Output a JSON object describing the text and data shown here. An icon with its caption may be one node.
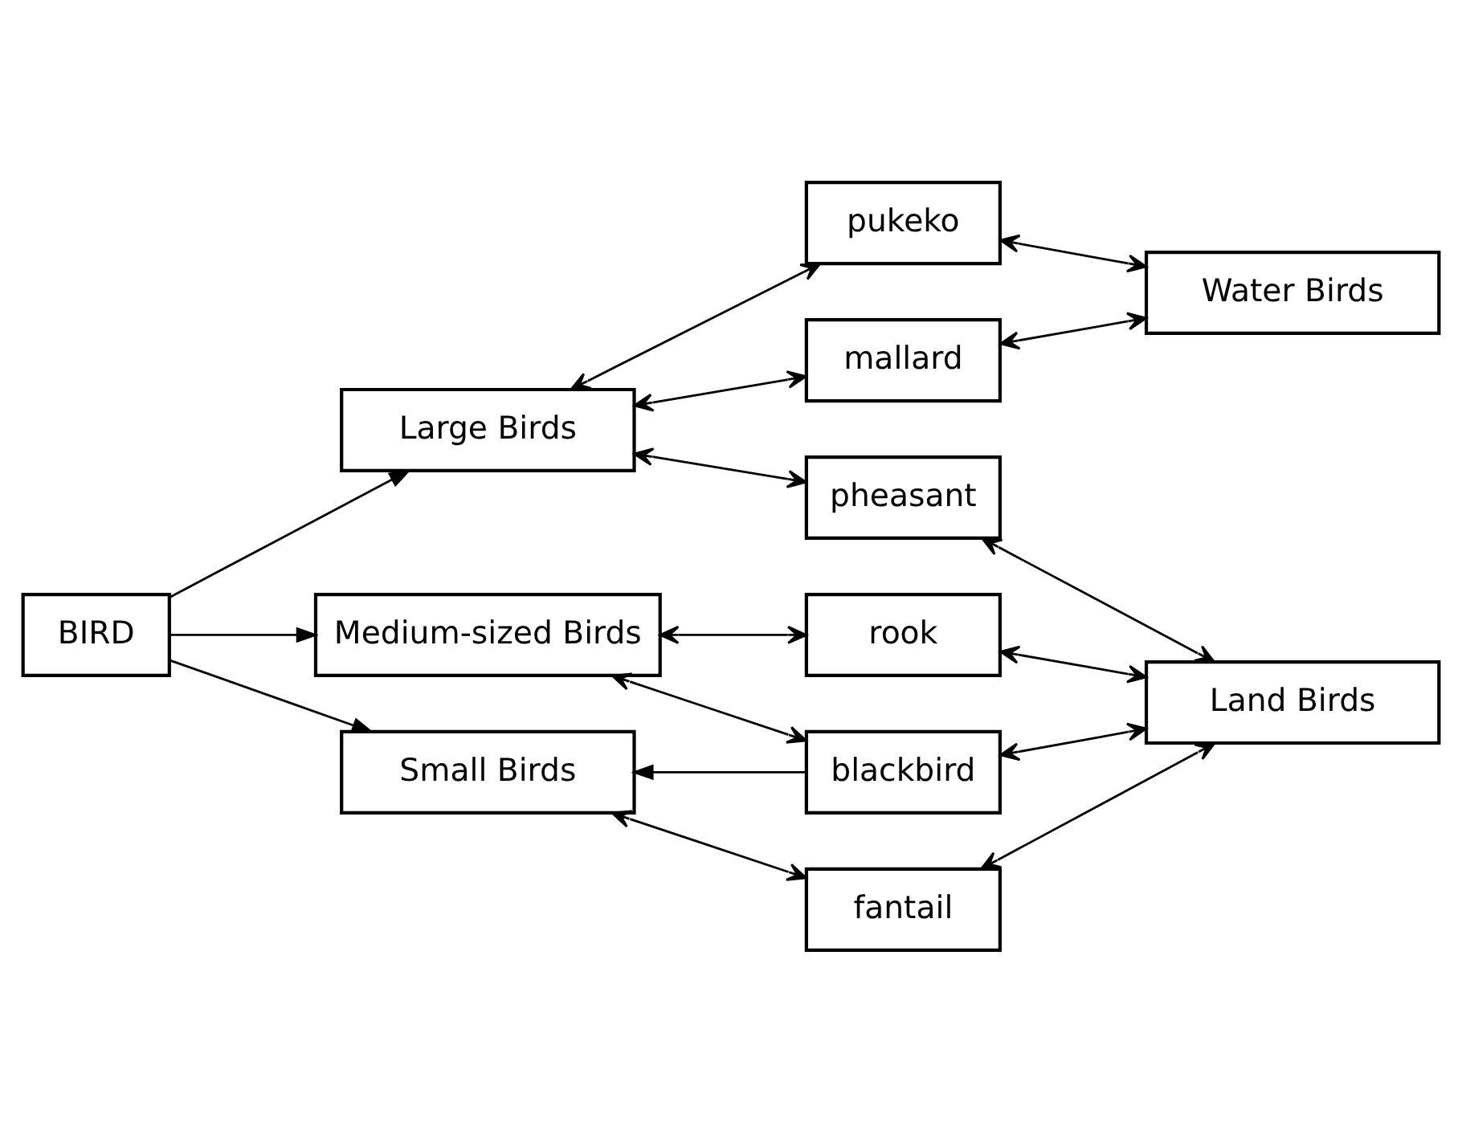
{
  "diagram": {
    "nodes": [
      {
        "text": [
          "BIRD"
        ]
      },
      {
        "text": [
          "pukeko"
        ]
      },
      {
        "text": [
          "Water Birds"
        ]
      },
      {
        "text": [
          "Large Birds"
        ]
      },
      {
        "text": [
          "mallard"
        ]
      },
      {
        "text": [
          "pheasant"
        ]
      },
      {
        "text": [
          "Medium-sized Birds"
        ]
      },
      {
        "text": [
          "rook"
        ]
      },
      {
        "text": [
          "Land Birds"
        ]
      },
      {
        "text": [
          "blackbird"
        ]
      },
      {
        "text": [
          "Small Birds"
        ]
      },
      {
        "text": [
          "fantail"
        ]
      }
    ],
    "edges": [
      {
        "from": 0,
        "to": 3,
        "arrow": "to"
      },
      {
        "from": 0,
        "to": 6,
        "arrow": "to"
      },
      {
        "from": 0,
        "to": 10,
        "arrow": "to"
      },
      {
        "from": 3,
        "to": 1,
        "arrow": "both"
      },
      {
        "from": 3,
        "to": 4,
        "arrow": "both"
      },
      {
        "from": 3,
        "to": 5,
        "arrow": "both"
      },
      {
        "from": 1,
        "to": 2,
        "arrow": "both"
      },
      {
        "from": 4,
        "to": 2,
        "arrow": "both"
      },
      {
        "from": 6,
        "to": 7,
        "arrow": "both"
      },
      {
        "from": 6,
        "to": 9,
        "arrow": "both"
      },
      {
        "from": 9,
        "to": 10,
        "arrow": "to"
      },
      {
        "from": 10,
        "to": 11,
        "arrow": "both"
      },
      {
        "from": 5,
        "to": 8,
        "arrow": "both"
      },
      {
        "from": 7,
        "to": 8,
        "arrow": "both"
      },
      {
        "from": 9,
        "to": 8,
        "arrow": "both"
      },
      {
        "from": 11,
        "to": 8,
        "arrow": "both"
      }
    ]
  }
}
